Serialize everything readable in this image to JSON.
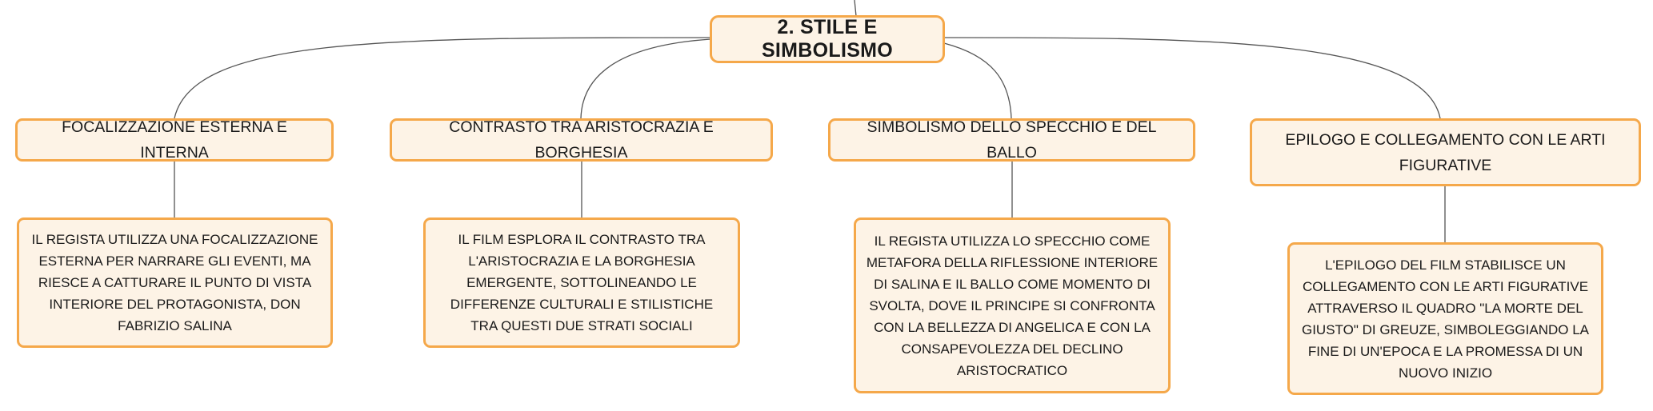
{
  "colors": {
    "node_fill": "#fdf3e6",
    "node_border": "#f5a84a",
    "connector": "#555555",
    "text": "#1a1a1a"
  },
  "root": {
    "label": "2. STILE E SIMBOLISMO"
  },
  "branches": [
    {
      "label": "FOCALIZZAZIONE ESTERNA E INTERNA",
      "detail": "IL REGISTA UTILIZZA UNA FOCALIZZAZIONE ESTERNA PER NARRARE GLI EVENTI, MA RIESCE A CATTURARE IL PUNTO DI VISTA INTERIORE DEL PROTAGONISTA, DON FABRIZIO SALINA"
    },
    {
      "label": "CONTRASTO TRA ARISTOCRAZIA E BORGHESIA",
      "detail": "IL FILM ESPLORA IL CONTRASTO TRA L'ARISTOCRAZIA E LA BORGHESIA EMERGENTE, SOTTOLINEANDO LE DIFFERENZE CULTURALI E STILISTICHE TRA QUESTI DUE STRATI SOCIALI"
    },
    {
      "label": "SIMBOLISMO DELLO SPECCHIO E DEL BALLO",
      "detail": "IL REGISTA UTILIZZA LO SPECCHIO COME METAFORA DELLA RIFLESSIONE INTERIORE DI SALINA E IL BALLO COME MOMENTO DI SVOLTA, DOVE IL PRINCIPE SI CONFRONTA CON LA BELLEZZA DI ANGELICA E CON LA CONSAPEVOLEZZA DEL DECLINO ARISTOCRATICO"
    },
    {
      "label": "EPILOGO E COLLEGAMENTO CON LE ARTI FIGURATIVE",
      "detail": "L'EPILOGO DEL FILM STABILISCE UN COLLEGAMENTO CON LE ARTI FIGURATIVE ATTRAVERSO IL QUADRO \"LA MORTE DEL GIUSTO\" DI GREUZE, SIMBOLEGGIANDO LA FINE DI UN'EPOCA E LA PROMESSA DI UN NUOVO INIZIO"
    }
  ]
}
